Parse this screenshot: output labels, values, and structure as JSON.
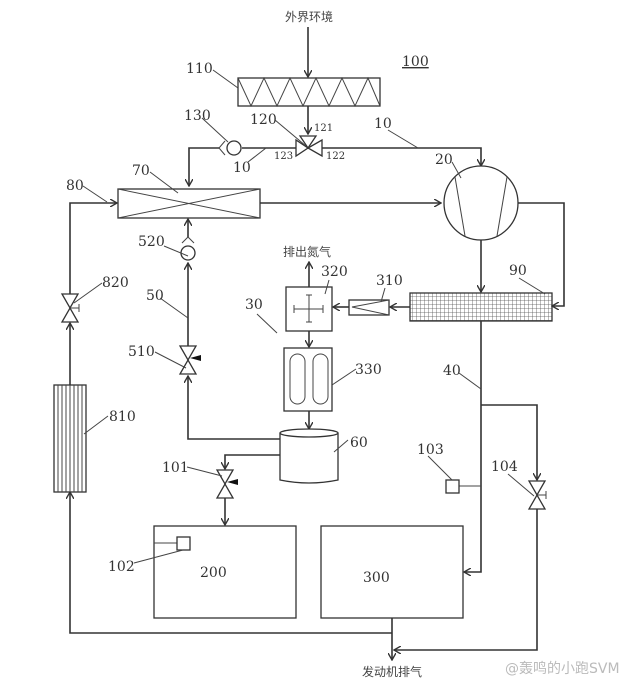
{
  "diagram": {
    "system_label": "100",
    "inputs": {
      "ambient": "外界环境",
      "nitrogen_out": "排出氮气",
      "engine_exhaust": "发动机排气"
    },
    "components": [
      {
        "id": "110",
        "type": "zigzag-heat-exchanger"
      },
      {
        "id": "120",
        "type": "three-way-valve",
        "ports": [
          "121",
          "122",
          "123"
        ]
      },
      {
        "id": "130",
        "type": "check-valve"
      },
      {
        "id": "10",
        "type": "pipeline"
      },
      {
        "id": "20",
        "type": "compressor"
      },
      {
        "id": "30",
        "type": "nitrogen-separation-unit"
      },
      {
        "id": "310",
        "type": "filter"
      },
      {
        "id": "320",
        "type": "separator"
      },
      {
        "id": "330",
        "type": "membrane-tanks"
      },
      {
        "id": "40",
        "type": "pipeline"
      },
      {
        "id": "50",
        "type": "pipeline"
      },
      {
        "id": "510",
        "type": "control-valve"
      },
      {
        "id": "520",
        "type": "check-valve"
      },
      {
        "id": "60",
        "type": "tank"
      },
      {
        "id": "70",
        "type": "heat-exchanger"
      },
      {
        "id": "80",
        "type": "pipeline"
      },
      {
        "id": "810",
        "type": "finned-heat-exchanger"
      },
      {
        "id": "820",
        "type": "valve"
      },
      {
        "id": "90",
        "type": "mesh-heat-exchanger"
      },
      {
        "id": "101",
        "type": "control-valve"
      },
      {
        "id": "102",
        "type": "sensor"
      },
      {
        "id": "103",
        "type": "sensor"
      },
      {
        "id": "104",
        "type": "valve"
      },
      {
        "id": "200",
        "type": "block"
      },
      {
        "id": "300",
        "type": "block"
      }
    ]
  },
  "labels": {
    "l100": "100",
    "l110": "110",
    "l120": "120",
    "l121": "121",
    "l122": "122",
    "l123": "123",
    "l130": "130",
    "l10a": "10",
    "l10b": "10",
    "l20": "20",
    "l30": "30",
    "l310": "310",
    "l320": "320",
    "l330": "330",
    "l40": "40",
    "l50": "50",
    "l510": "510",
    "l520": "520",
    "l60": "60",
    "l70": "70",
    "l80": "80",
    "l810": "810",
    "l820": "820",
    "l90": "90",
    "l101": "101",
    "l102": "102",
    "l103": "103",
    "l104": "104",
    "l200": "200",
    "l300": "300"
  },
  "watermark": "@轰鸣的小跑SVM"
}
